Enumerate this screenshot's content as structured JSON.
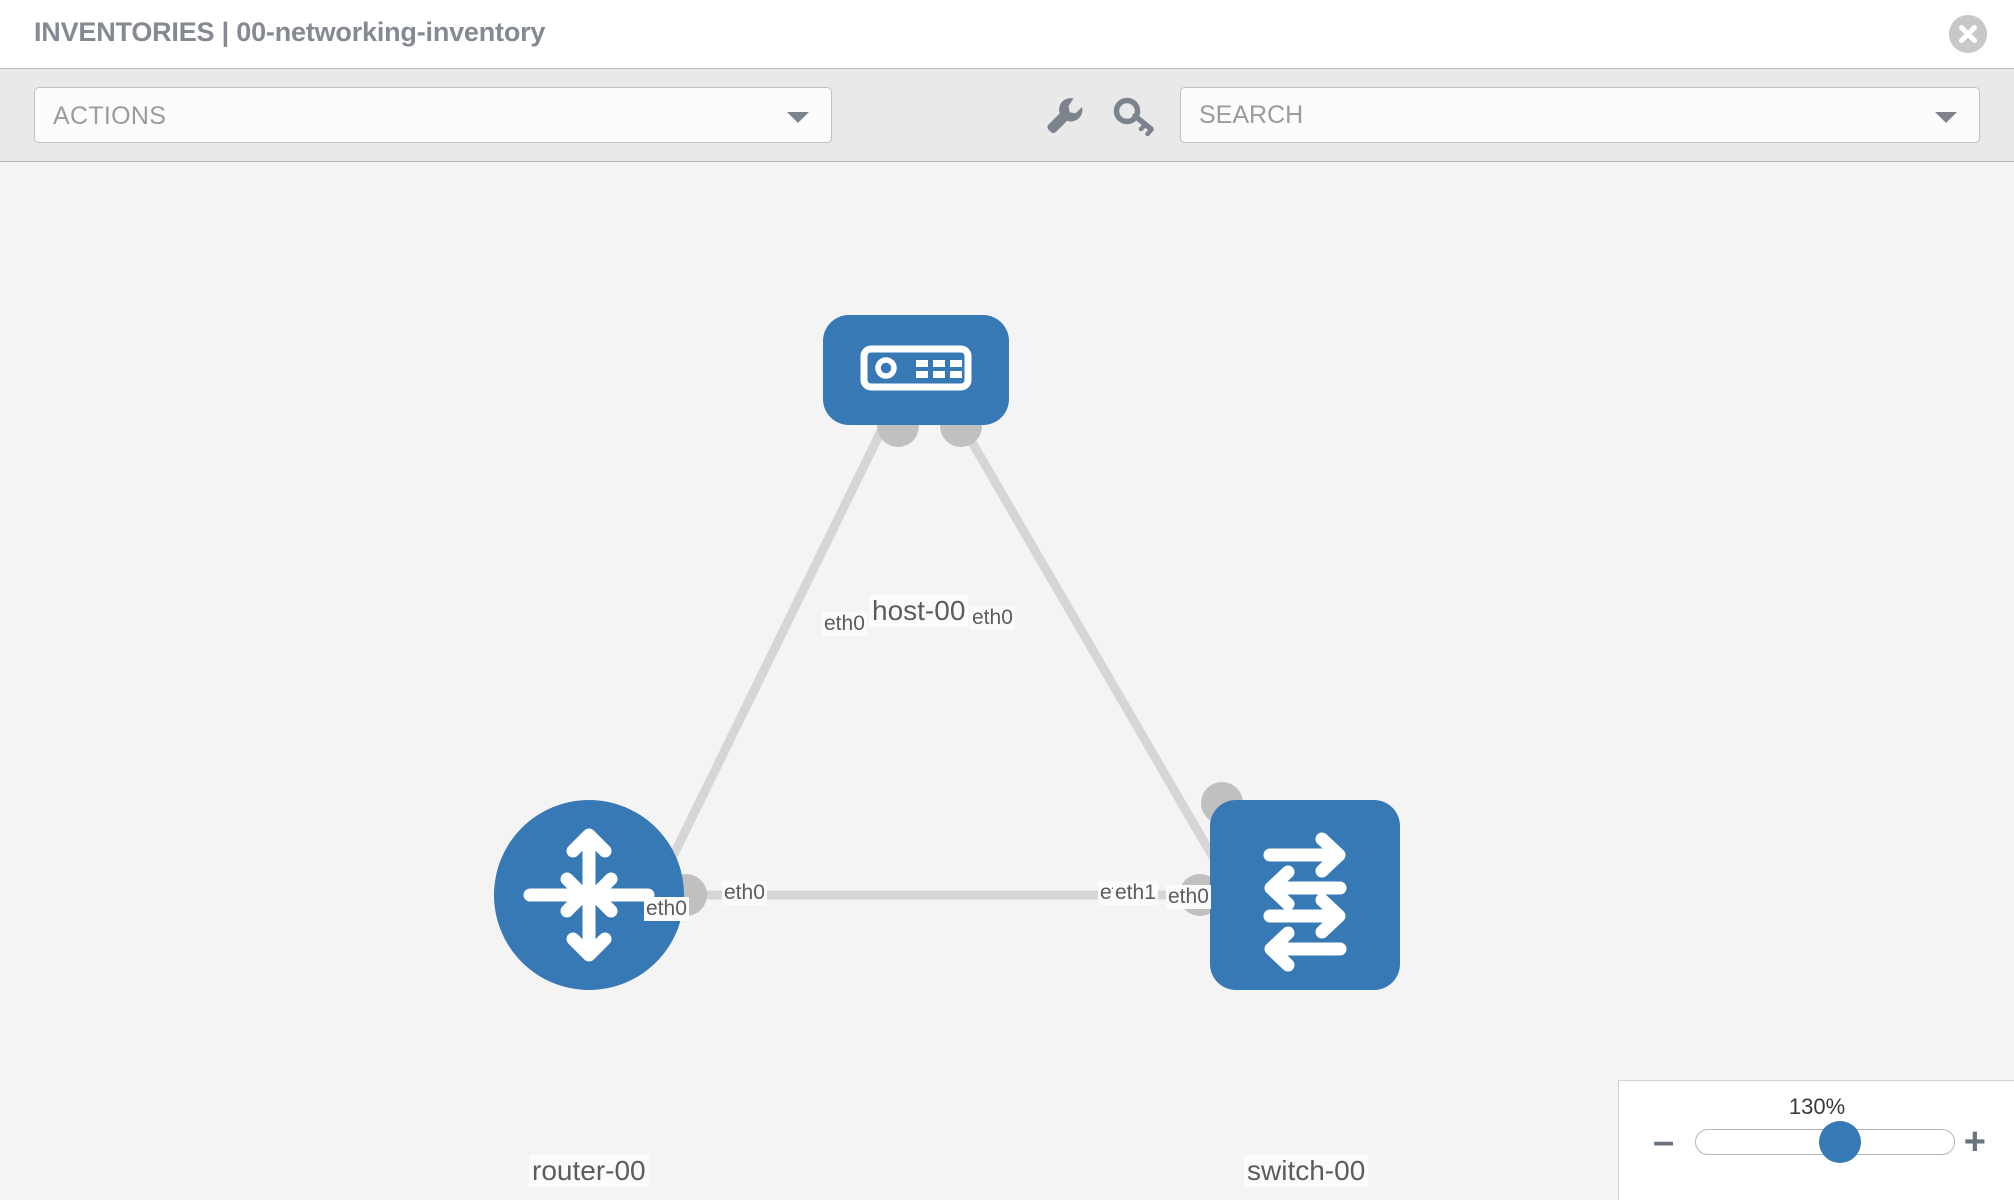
{
  "header": {
    "title": "INVENTORIES | 00-networking-inventory",
    "close_icon": "close-circle-icon"
  },
  "toolbar": {
    "actions_label": "ACTIONS",
    "actions_caret_icon": "chevron-down-icon",
    "wrench_icon": "wrench-icon",
    "key_icon": "key-icon",
    "search_placeholder": "SEARCH",
    "search_value": "",
    "search_caret_icon": "chevron-down-icon"
  },
  "topology": {
    "nodes": [
      {
        "id": "host-00",
        "label": "host-00",
        "type": "host",
        "icon": "server-icon",
        "color": "#3679b4",
        "shape": "rounded-rect"
      },
      {
        "id": "router-00",
        "label": "router-00",
        "type": "router",
        "icon": "router-arrows-icon",
        "color": "#3679b4",
        "shape": "circle"
      },
      {
        "id": "switch-00",
        "label": "switch-00",
        "type": "switch",
        "icon": "switch-arrows-icon",
        "color": "#3679b4",
        "shape": "rounded-rect"
      }
    ],
    "links": [
      {
        "from": "host-00",
        "to": "router-00",
        "from_iface": "eth0",
        "to_iface": "eth0"
      },
      {
        "from": "host-00",
        "to": "switch-00",
        "from_iface": "eth0",
        "to_iface": "eth0"
      },
      {
        "from": "router-00",
        "to": "switch-00",
        "from_iface": "eth0",
        "to_iface": "eth1"
      }
    ],
    "interface_labels": {
      "host_left": "eth0",
      "host_right": "eth0",
      "router_upper": "eth0",
      "switch_upper": "eth0",
      "router_right": "eth0",
      "switch_left_back": "eth0",
      "switch_left_front": "eth1"
    }
  },
  "zoom": {
    "level": "130%",
    "minus_label": "–",
    "plus_label": "+",
    "slider_position_pct": 57
  }
}
